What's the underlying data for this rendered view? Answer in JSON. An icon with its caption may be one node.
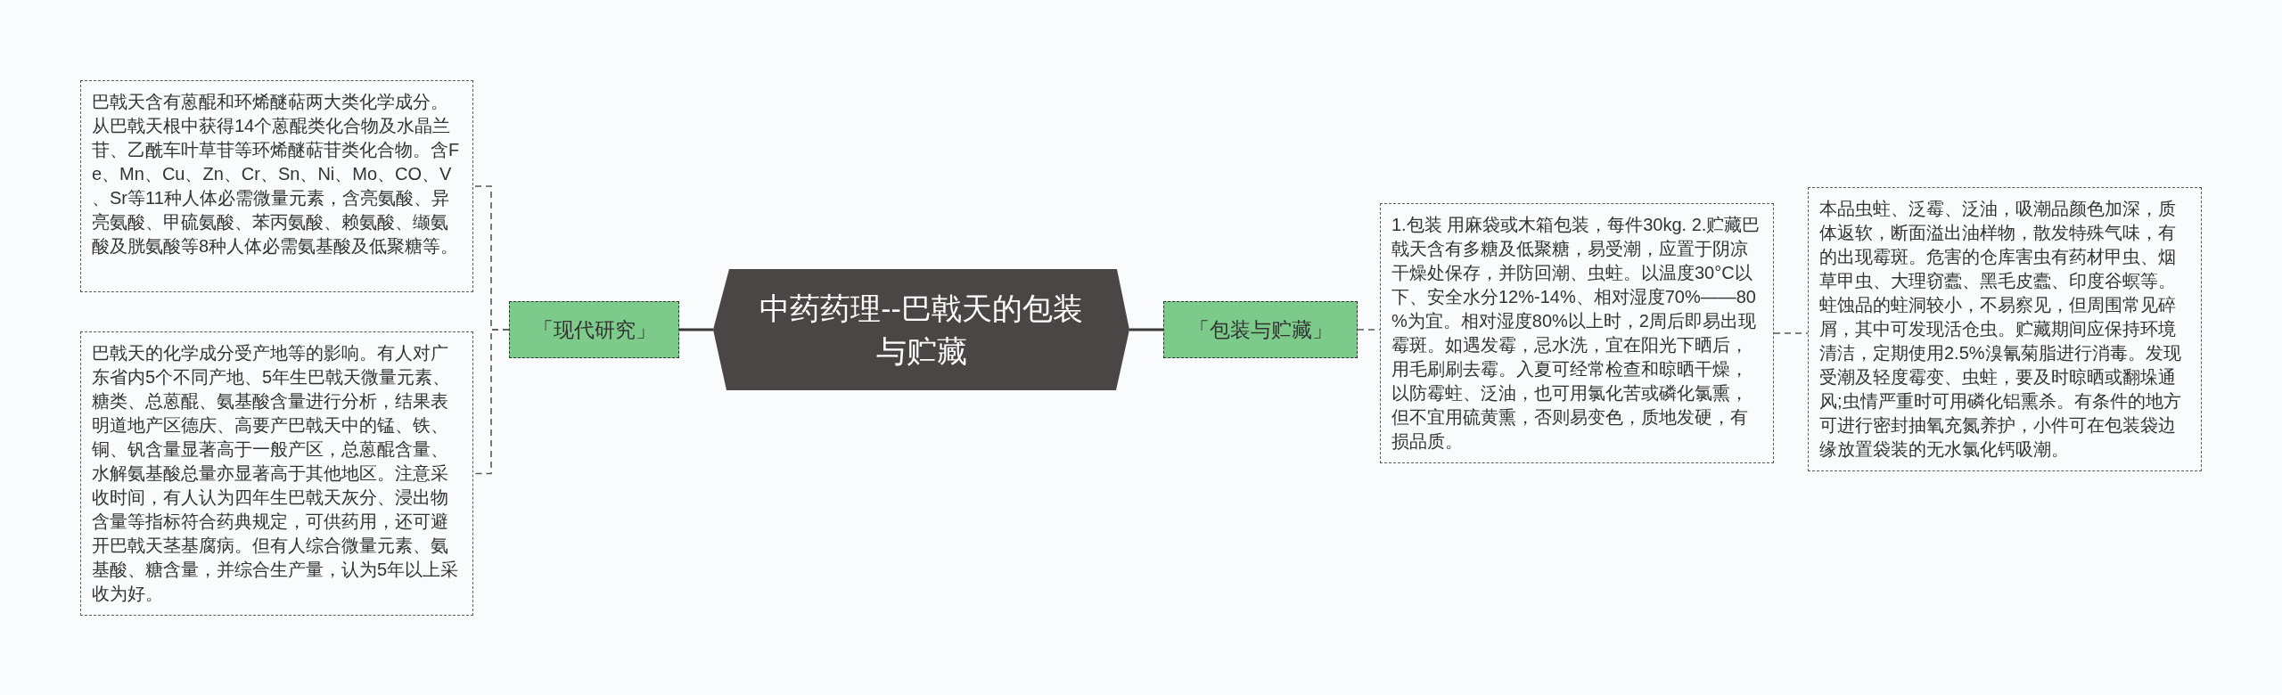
{
  "diagram": {
    "nodes": [
      {
        "text": [
          "中药药理--巴戟天的包装与贮藏"
        ]
      },
      {
        "text": [
          "「现代研究」"
        ]
      },
      {
        "text": [
          "巴戟天含有蒽醌和环烯醚萜两大类化学成分。从巴戟天根中获得14个蒽醌类化合物及水晶兰苷、乙酰车叶草苷等环烯醚萜苷类化合物。含Fe、Mn、Cu、Zn、Cr、Sn、Ni、Mo、CO、V、Sr等11种人体必需微量元素，含亮氨酸、异亮氨酸、甲硫氨酸、苯丙氨酸、赖氨酸、缬氨酸及胱氨酸等8种人体必需氨基酸及低聚糖等。"
        ]
      },
      {
        "text": [
          "巴戟天的化学成分受产地等的影响。有人对广东省内5个不同产地、5年生巴戟天微量元素、糖类、总蒽醌、氨基酸含量进行分析，结果表明道地产区德庆、高要产巴戟天中的锰、铁、铜、钒含量显著高于一般产区，总蒽醌含量、水解氨基酸总量亦显著高于其他地区。注意采收时间，有人认为四年生巴戟天灰分、浸出物含量等指标符合药典规定，可供药用，还可避开巴戟天茎基腐病。但有人综合微量元素、氨基酸、糖含量，并综合生产量，认为5年以上采收为好。"
        ]
      },
      {
        "text": [
          "「包装与贮藏」"
        ]
      },
      {
        "text": [
          "1.包装 用麻袋或木箱包装，每件30kg. 2.贮藏巴戟天含有多糖及低聚糖，易受潮，应置于阴凉干燥处保存，并防回潮、虫蛀。以温度30°C以下、安全水分12%-14%、相对湿度70%——80%为宜。相对湿度80%以上时，2周后即易出现霉斑。如遇发霉，忌水洗，宜在阳光下晒后，用毛刷刷去霉。入夏可经常检查和晾晒干燥，以防霉蛀、泛油，也可用氯化苦或磷化氯熏，但不宜用硫黄熏，否则易变色，质地发硬，有损品质。"
        ]
      },
      {
        "text": [
          "本品虫蛀、泛霉、泛油，吸潮品颜色加深，质体返软，断面溢出油样物，散发特殊气味，有的出现霉斑。危害的仓库害虫有药材甲虫、烟草甲虫、大理窃蠹、黑毛皮蠹、印度谷螟等。蛀蚀品的蛀洞较小，不易察见，但周围常见碎屑，其中可发现活仓虫。贮藏期间应保持环境清洁，定期使用2.5%溴氰菊脂进行消毒。发现受潮及轻度霉变、虫蛀，要及时晾晒或翻垛通风;虫情严重时可用磷化铝熏杀。有条件的地方可进行密封抽氧充氮养护，小件可在包装袋边缘放置袋装的无水氯化钙吸潮。"
        ]
      }
    ],
    "edges": [
      {
        "from": 0,
        "to": 1,
        "arrow": "none"
      },
      {
        "from": 1,
        "to": 2,
        "arrow": "none",
        "style": "dashed"
      },
      {
        "from": 1,
        "to": 3,
        "arrow": "none",
        "style": "dashed"
      },
      {
        "from": 0,
        "to": 4,
        "arrow": "none"
      },
      {
        "from": 4,
        "to": 5,
        "arrow": "none",
        "style": "dashed"
      },
      {
        "from": 5,
        "to": 6,
        "arrow": "none",
        "style": "dashed"
      }
    ]
  }
}
